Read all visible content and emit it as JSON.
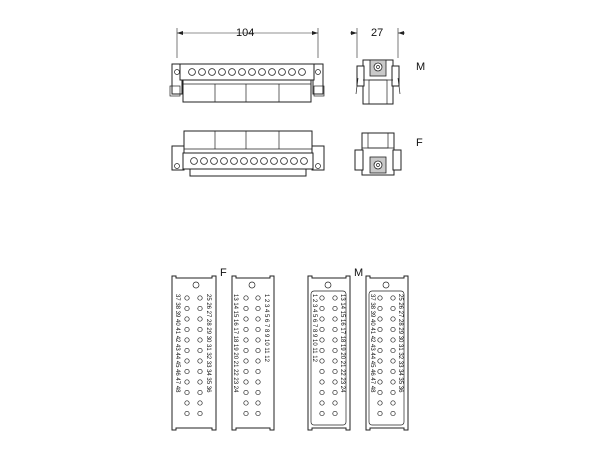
{
  "dimensions": {
    "width_label": "104",
    "depth_label": "27"
  },
  "labels": {
    "male_top": "M",
    "female_side": "F",
    "female_face": "F",
    "male_face": "M"
  },
  "pin_columns": {
    "female_left": [
      "25 26 27 28 29 30 31 32 33 34 35 36",
      "37 38 39 40 41 42 43 44 45 46 47 48"
    ],
    "female_right": [
      "1 2 3 4 5 6 7 8 9 10 11 12",
      "13 14 15 16 17 18 19 20 21 22 23 24"
    ],
    "male_left": [
      "13 14 15 16 17 18 19 20 21 22 23 24",
      "1 2 3 4 5 6 7 8 9 10 11 12"
    ],
    "male_right": [
      "25 26 27 28 29 30 31 32 33 34 35 36",
      "37 38 39 40 41 42 43 44 45 46 47 48"
    ]
  }
}
